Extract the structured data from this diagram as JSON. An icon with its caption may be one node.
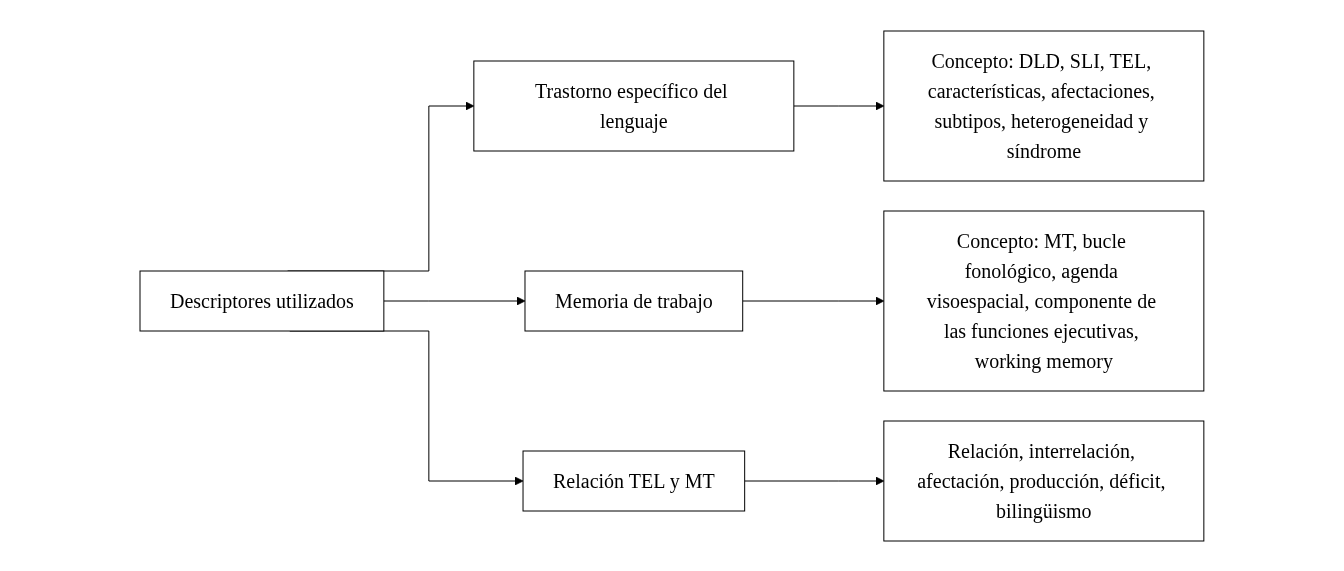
{
  "diagram": {
    "nodes": [
      {
        "text": [
          "Descriptores utilizados"
        ]
      },
      {
        "text": [
          "Trastorno específico del lenguaje"
        ]
      },
      {
        "text": [
          "Memoria de trabajo"
        ]
      },
      {
        "text": [
          "Relación TEL y MT"
        ]
      },
      {
        "text": [
          "Concepto: DLD, SLI, TEL, características, afectaciones, subtipos, heterogeneidad y síndrome"
        ]
      },
      {
        "text": [
          "Concepto: MT, bucle fonológico, agenda visoespacial, componente de las funciones ejecutivas, working memory"
        ]
      },
      {
        "text": [
          "Relación, interrelación, afectación, producción, déficit, bilingüismo"
        ]
      }
    ],
    "edges": [
      {
        "from": 0,
        "to": 1,
        "arrow": "to"
      },
      {
        "from": 0,
        "to": 2,
        "arrow": "to"
      },
      {
        "from": 0,
        "to": 3,
        "arrow": "to"
      },
      {
        "from": 1,
        "to": 4,
        "arrow": "to"
      },
      {
        "from": 2,
        "to": 5,
        "arrow": "to"
      },
      {
        "from": 3,
        "to": 6,
        "arrow": "to"
      }
    ]
  }
}
